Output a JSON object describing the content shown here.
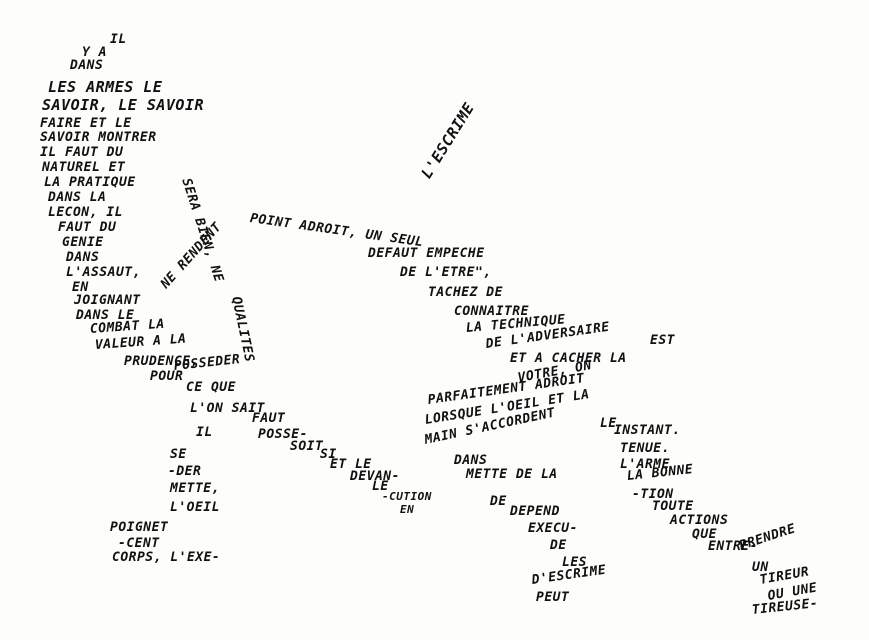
{
  "calligram": {
    "head": [
      "IL",
      "Y A",
      "DANS",
      "LES ARMES LE",
      "SAVOIR, LE SAVOIR",
      "FAIRE ET LE",
      "SAVOIR MONTRER"
    ],
    "upper_body": [
      "IL FAUT DU",
      "NATUREL ET",
      "LA PRATIQUE",
      "DANS LA",
      "LECON, IL",
      "FAUT DU",
      "GENIE",
      "DANS",
      "L'ASSAUT,",
      "EN",
      "JOIGNANT",
      "DANS LE",
      "COMBAT LA",
      "VALEUR A LA",
      "PRUDENCE,",
      "POUR",
      "POSSEDER",
      "CE QUE",
      "L'ON SAIT",
      "IL"
    ],
    "sword_vertical": "SERA BIEN, NE",
    "mid_word": "QUALITES",
    "arm_diag": "NE RENDENT",
    "blade": "POINT ADROIT, UN SEUL",
    "blade_2": "DEFAUT EMPECHE",
    "title_word": "L'ESCRIME",
    "right_body": [
      "DE L'ETRE\",",
      "TACHEZ DE",
      "CONNAITRE",
      "LA TECHNIQUE",
      "DE L'ADVERSAIRE",
      "ET A CACHER LA",
      "VOTRE, ON",
      "PARFAITEMENT ADROIT",
      "LORSQUE L'OEIL ET LA",
      "MAIN S'ACCORDENT"
    ],
    "est": "EST",
    "left_leg": [
      "SE",
      "-DER",
      "METTE,",
      "L'OEIL",
      "POIGNET",
      "-CENT",
      "CORPS, L'EXE-"
    ],
    "mid_leg": [
      "FAUT",
      "POSSE-",
      "SOIT",
      "SI",
      "ET LE",
      "DEVAN-",
      "LE",
      "-CUTION",
      "EN"
    ],
    "center_leg": [
      "DANS",
      "METTE DE LA",
      "DE",
      "DEPEND",
      "EXECU-",
      "DE",
      "LES",
      "D'ESCRIME",
      "PEUT"
    ],
    "right_leg": [
      "LE",
      "INSTANT.",
      "TENUE.",
      "L'ARME",
      "LA BONNE",
      "-TION",
      "TOUTE",
      "ACTIONS",
      "QUE",
      "ENTRE-",
      "PRENDRE",
      "UN",
      "TIREUR",
      "OU UNE",
      "TIREUSE-"
    ]
  }
}
